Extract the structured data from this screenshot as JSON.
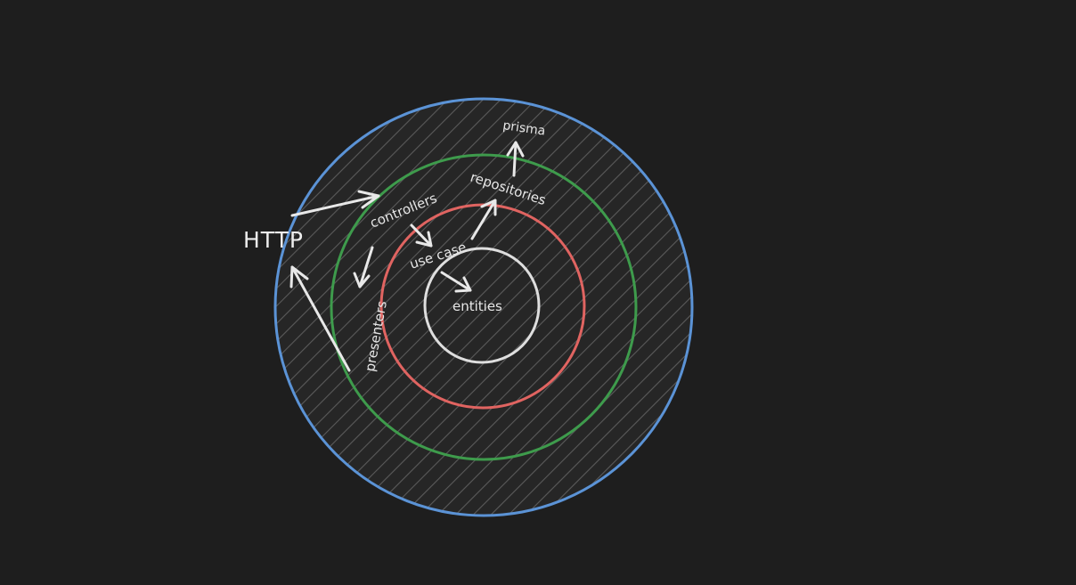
{
  "labels": {
    "http": "HTTP",
    "controllers": "controllers",
    "presenters": "presenters",
    "use_case": "use case",
    "repositories": "repositories",
    "prisma": "prisma",
    "entities": "entities"
  },
  "colors": {
    "background": "#1e1e1e",
    "outer_ring": "#5b93d6",
    "adapters_ring": "#3e9b4c",
    "use_case_ring": "#e06461",
    "entities_ring": "#dedede",
    "hatch": "#5a5a5a",
    "text": "#e6e6e6"
  }
}
